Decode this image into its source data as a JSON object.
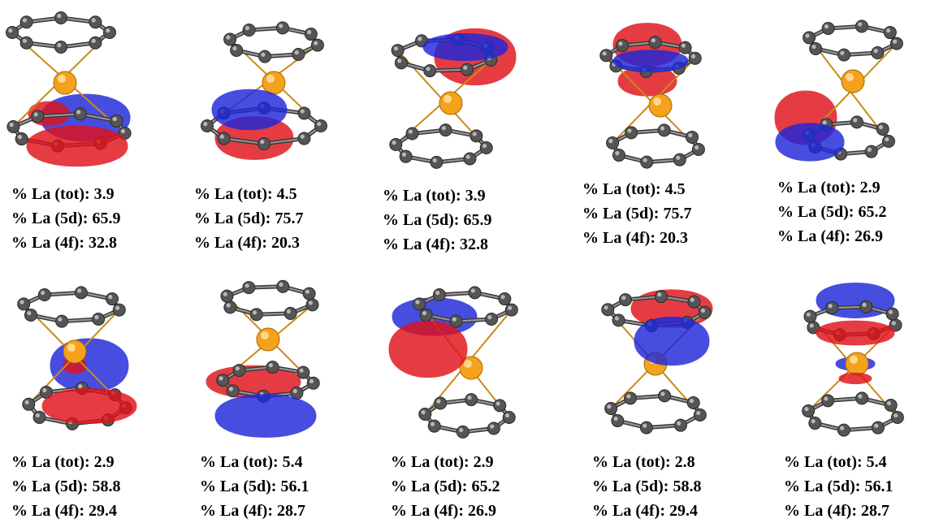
{
  "colors": {
    "lobe_red": "#e0121a",
    "lobe_blue": "#1f27d8",
    "carbon": "#555555",
    "lanthanum": "#f4a11c",
    "bond": "#c98a18"
  },
  "panels": [
    {
      "tot": "% La (tot): 3.9",
      "d5": "% La (5d): 65.9",
      "f4": "% La (4f): 32.8"
    },
    {
      "tot": "% La (tot): 4.5",
      "d5": "% La (5d): 75.7",
      "f4": "% La (4f): 20.3"
    },
    {
      "tot": "% La (tot): 3.9",
      "d5": "% La (5d): 65.9",
      "f4": "% La (4f): 32.8"
    },
    {
      "tot": "% La (tot): 4.5",
      "d5": "% La (5d): 75.7",
      "f4": "% La (4f): 20.3"
    },
    {
      "tot": "% La (tot): 2.9",
      "d5": "% La (5d): 65.2",
      "f4": "% La (4f): 26.9"
    },
    {
      "tot": "% La (tot): 2.9",
      "d5": "% La (5d): 58.8",
      "f4": "% La (4f): 29.4"
    },
    {
      "tot": "% La (tot): 5.4",
      "d5": "% La (5d): 56.1",
      "f4": "% La (4f): 28.7"
    },
    {
      "tot": "% La (tot): 2.9",
      "d5": "% La (5d): 65.2",
      "f4": "% La (4f): 26.9"
    },
    {
      "tot": "% La (tot): 2.8",
      "d5": "% La (5d): 58.8",
      "f4": "% La (4f): 29.4"
    },
    {
      "tot": "% La (tot): 5.4",
      "d5": "% La (5d): 56.1",
      "f4": "% La (4f): 28.7"
    }
  ]
}
